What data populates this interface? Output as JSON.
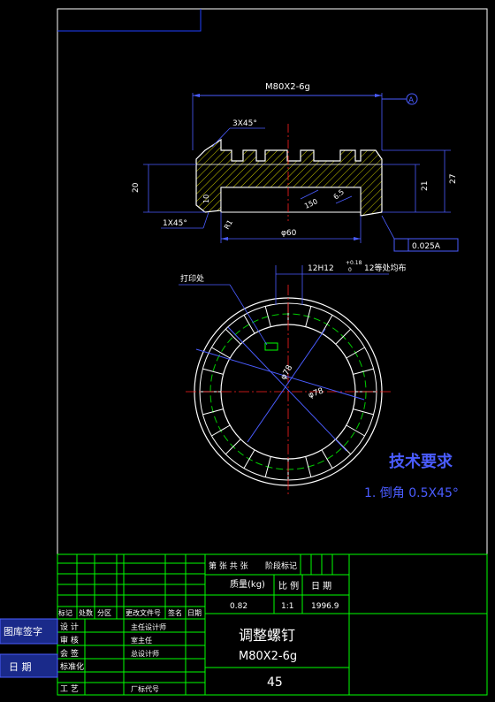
{
  "colors": {
    "background": "#000000",
    "frame": "#ffffff",
    "dimension": "#4a5cff",
    "centerline": "#ff2020",
    "hidden": "#00cc00",
    "title_block": "#00ff00",
    "text": "#ffffff",
    "label_bg": "#1a2a8a",
    "accent_yellow": "#ffff00",
    "accent_cyan": "#00e0ff"
  },
  "front_view": {
    "dim_thread": "M80X2-6g",
    "datum": "A",
    "chamfer_top": "3X45°",
    "dim_height_left": "20",
    "dim_height_inner": "21",
    "dim_height_outer": "27",
    "dim_bore": "φ60",
    "dim_small_a": "10",
    "dim_small_b": "150",
    "dim_small_c": "6.5",
    "dim_r": "R1",
    "chamfer_bottom": "1X45°",
    "tolerance": "0.025A"
  },
  "top_view": {
    "slot_note_a": "12H12",
    "slot_note_b": "+0.18",
    "slot_note_c": "0",
    "slot_note_d": "12等处均布",
    "marking_label": "打印处",
    "dim_inner": "φ78",
    "dim_outer": "φ78"
  },
  "tech_req": {
    "title": "技术要求",
    "item": "1. 倒角 0.5X45°"
  },
  "side_labels": {
    "stamp": "图库签字",
    "date": "日 期"
  },
  "title_block": {
    "sheet_label": "第 张 共 张",
    "stage_label": "阶段标记",
    "weight_label": "质量(kg)",
    "scale_label": "比 例",
    "date_label": "日 期",
    "weight": "0.82",
    "scale": "1:1",
    "date": "1996.9",
    "rev_headers": [
      "标记",
      "处数",
      "分区",
      "更改文件号",
      "签名",
      "日期"
    ],
    "roles": [
      "设 计",
      "审 核",
      "会 签",
      "标准化",
      "工 艺"
    ],
    "role_titles": [
      "主任设计师",
      "室主任",
      "总设计师",
      "",
      "厂标代号"
    ],
    "part_name": "调整螺钉",
    "part_spec": "M80X2-6g",
    "drawing_no": "45"
  }
}
